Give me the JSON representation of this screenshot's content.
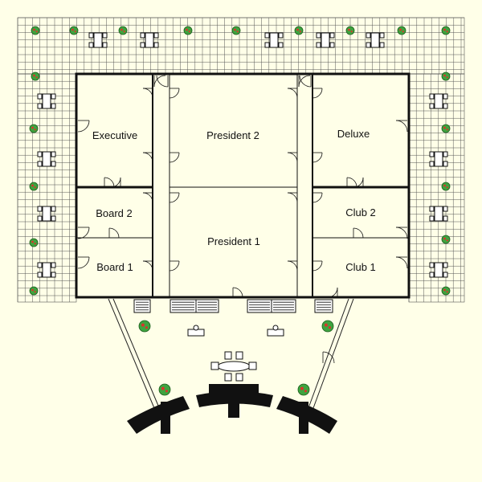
{
  "colors": {
    "background": "#FFFFE8",
    "grid_line": "#555555",
    "wall": "#111111",
    "plant_green": "#3FA33F",
    "plant_red": "#D9342B"
  },
  "rooms": [
    {
      "id": "executive",
      "label": "Executive"
    },
    {
      "id": "president-2",
      "label": "President 2"
    },
    {
      "id": "deluxe",
      "label": "Deluxe"
    },
    {
      "id": "board-2",
      "label": "Board 2"
    },
    {
      "id": "president-1",
      "label": "President 1"
    },
    {
      "id": "club-2",
      "label": "Club 2"
    },
    {
      "id": "board-1",
      "label": "Board 1"
    },
    {
      "id": "club-1",
      "label": "Club 1"
    }
  ],
  "icons": {
    "plant": "plant-icon",
    "table_set": "table-chairs-icon",
    "door": "door-swing-icon",
    "stairs": "stairs-icon",
    "reception_desk": "reception-desk-icon",
    "curved_sofa": "curved-sofa-icon"
  }
}
